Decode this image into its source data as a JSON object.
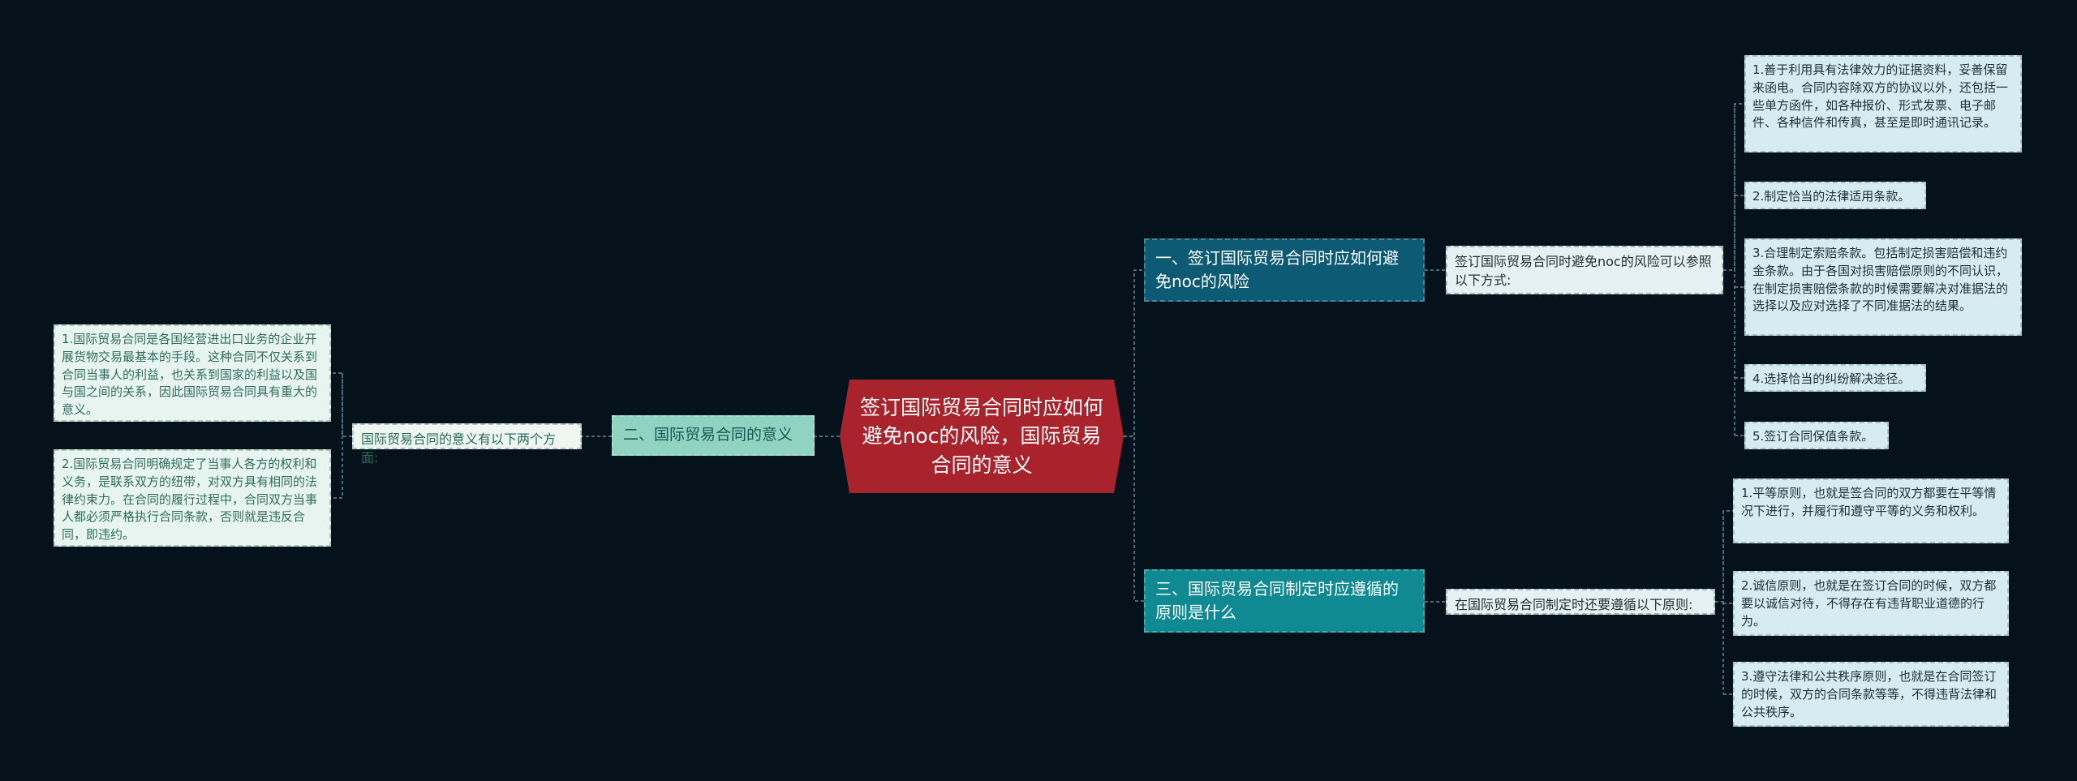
{
  "root": {
    "label": "签订国际贸易合同时应如何避免noc的风险，国际贸易合同的意义"
  },
  "branch1": {
    "label": "一、签订国际贸易合同时应如何避免noc的风险",
    "intro": "签订国际贸易合同时避免noc的风险可以参照以下方式:",
    "items": [
      "1.善于利用具有法律效力的证据资料，妥善保留来函电。合同内容除双方的协议以外，还包括一些单方函件，如各种报价、形式发票、电子邮件、各种信件和传真，甚至是即时通讯记录。",
      "2.制定恰当的法律适用条款。",
      "3.合理制定索赔条款。包括制定损害赔偿和违约金条款。由于各国对损害赔偿原则的不同认识，在制定损害赔偿条款的时候需要解决对准据法的选择以及应对选择了不同准据法的结果。",
      "4.选择恰当的纠纷解决途径。",
      "5.签订合同保值条款。"
    ]
  },
  "branch2": {
    "label": "二、国际贸易合同的意义",
    "intro": "国际贸易合同的意义有以下两个方面:",
    "items": [
      "1.国际贸易合同是各国经营进出口业务的企业开展货物交易最基本的手段。这种合同不仅关系到合同当事人的利益，也关系到国家的利益以及国与国之间的关系，因此国际贸易合同具有重大的意义。",
      "2.国际贸易合同明确规定了当事人各方的权利和义务，是联系双方的纽带，对双方具有相同的法律约束力。在合同的履行过程中，合同双方当事人都必须严格执行合同条款，否则就是违反合同，即违约。"
    ]
  },
  "branch3": {
    "label": "三、国际贸易合同制定时应遵循的原则是什么",
    "intro": "在国际贸易合同制定时还要遵循以下原则:",
    "items": [
      "1.平等原则，也就是签合同的双方都要在平等情况下进行，并履行和遵守平等的义务和权利。",
      "2.诚信原则，也就是在签订合同的时候，双方都要以诚信对待，不得存在有违背职业道德的行为。",
      "3.遵守法律和公共秩序原则，也就是在合同签订的时候，双方的合同条款等等，不得违背法律和公共秩序。"
    ]
  },
  "colors": {
    "background": "#05121b",
    "root": "#a8232c",
    "branch1": "#0d5a74",
    "branch2": "#8fd3c0",
    "branch3": "#0f8a92",
    "connector": "#5e8a96"
  }
}
